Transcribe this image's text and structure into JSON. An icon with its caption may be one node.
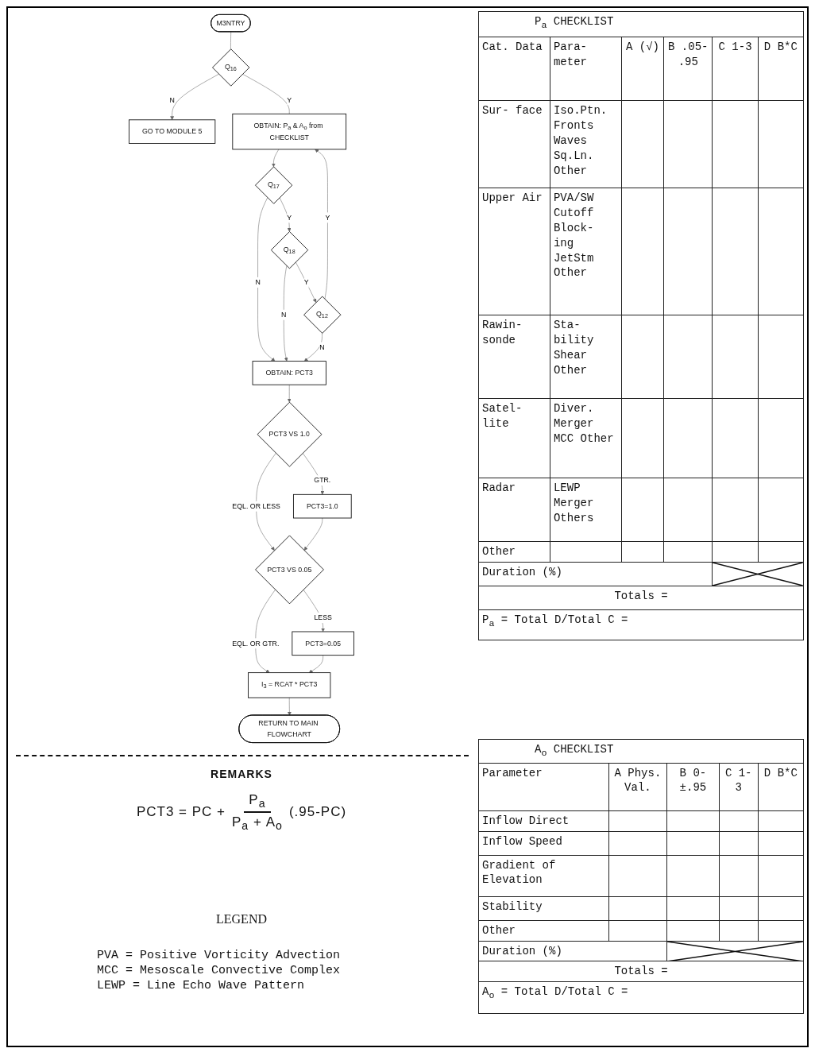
{
  "diagram": {
    "nodes": [
      {
        "text": [
          "M3NTRY"
        ]
      },
      {
        "text": [
          "Q$_{16}$"
        ]
      },
      {
        "text": [
          "GO TO MODULE 5"
        ]
      },
      {
        "text": [
          "OBTAIN: P$_{a}$ & A$_{o}$ from CHECKLIST"
        ]
      },
      {
        "text": [
          "Q$_{17}$"
        ]
      },
      {
        "text": [
          "Q$_{18}$"
        ]
      },
      {
        "text": [
          "Q$_{12}$"
        ]
      },
      {
        "text": [
          "OBTAIN: PCT3"
        ]
      },
      {
        "text": [
          "PCT3 VS 1.0"
        ]
      },
      {
        "text": [
          "PCT3=1.0"
        ]
      },
      {
        "text": [
          "PCT3 VS 0.05"
        ]
      },
      {
        "text": [
          "PCT3=0.05"
        ]
      },
      {
        "text": [
          "I$_{3}$ = RCAT * PCT3"
        ]
      },
      {
        "text": [
          "RETURN TO MAIN FLOWCHART"
        ]
      }
    ],
    "edges": [
      {
        "from": 0,
        "to": 1,
        "arrow": "none"
      },
      {
        "from": 1,
        "to": 2,
        "arrow": "to",
        "label": "N"
      },
      {
        "from": 1,
        "to": 3,
        "arrow": "none",
        "label": "Y"
      },
      {
        "from": 6,
        "to": 3,
        "arrow": "to",
        "label": "Y"
      },
      {
        "from": 3,
        "to": 4,
        "arrow": "to"
      },
      {
        "from": 4,
        "to": 5,
        "arrow": "to",
        "label": "Y"
      },
      {
        "from": 5,
        "to": 6,
        "arrow": "to",
        "label": "Y"
      },
      {
        "from": 4,
        "to": 7,
        "arrow": "to",
        "label": "N"
      },
      {
        "from": 5,
        "to": 7,
        "arrow": "to",
        "label": "N"
      },
      {
        "from": 6,
        "to": 7,
        "arrow": "to",
        "label": "N"
      },
      {
        "from": 7,
        "to": 8,
        "arrow": "to"
      },
      {
        "from": 8,
        "to": 9,
        "arrow": "to",
        "label": "GTR."
      },
      {
        "from": 8,
        "to": 10,
        "arrow": "to",
        "label": "EQL. OR LESS"
      },
      {
        "from": 9,
        "to": 10,
        "arrow": "to"
      },
      {
        "from": 10,
        "to": 11,
        "arrow": "to",
        "label": "LESS"
      },
      {
        "from": 10,
        "to": 12,
        "arrow": "to",
        "label": "EQL. OR GTR."
      },
      {
        "from": 11,
        "to": 12,
        "arrow": "to"
      },
      {
        "from": 12,
        "to": 13,
        "arrow": "to"
      }
    ],
    "labels": [
      "P$_{a}$ CHECKLIST",
      "Cat. Data",
      "Para- meter",
      "A (√)",
      "B .05- .95",
      "C 1-3",
      "D B*C",
      "Sur- face",
      "Iso.Ptn. Fronts Waves Sq.Ln. Other",
      "Upper Air",
      "PVA/SW Cutoff Block- ing JetStm Other",
      "Rawin- sonde",
      "Sta- bility Shear Other",
      "Satel- lite",
      "Diver. Merger MCC Other",
      "Radar",
      "LEWP Merger Others",
      "Other",
      "Duration (%)",
      "Totals =",
      "P$_{a}$ = Total D/Total C =",
      "REMARKS",
      "PCT3 = PC +",
      "P$_{a}$",
      "P$_{a}$ + A$_{o}$",
      "(.95-PC)",
      "A$_{o}$ CHECKLIST",
      "Parameter",
      "A Phys. Val.",
      "B 0- ±.95",
      "C 1-3",
      "D B*C",
      "Inflow Direct",
      "Inflow Speed",
      "Gradient of Elevation",
      "Stability",
      "Other",
      "Duration (%)",
      "Totals =",
      "A$_{o}$ = Total D/Total C =",
      "LEGEND",
      "PVA = Positive Vorticity Advection",
      "MCC = Mesoscale Convective Complex",
      "LEWP = Line Echo Wave Pattern"
    ]
  }
}
